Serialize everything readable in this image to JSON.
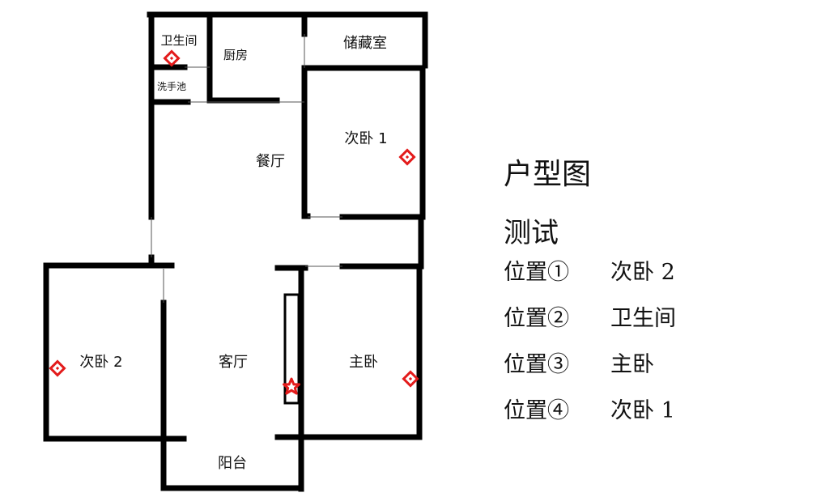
{
  "rooms": {
    "bathroom": "卫生间",
    "kitchen": "厨房",
    "storage": "储藏室",
    "sink": "洗手池",
    "dining": "餐厅",
    "bedroom1": "次卧 1",
    "bedroom2": "次卧 2",
    "living": "客厅",
    "master": "主卧",
    "balcony": "阳台"
  },
  "legend": {
    "title": "户型图",
    "subtitle": "测试",
    "items": [
      {
        "position": "位置①",
        "room": "次卧 2"
      },
      {
        "position": "位置②",
        "room": "卫生间"
      },
      {
        "position": "位置③",
        "room": "主卧"
      },
      {
        "position": "位置④",
        "room": "次卧 1"
      }
    ]
  },
  "colors": {
    "wall": "#000000",
    "thin_line": "#555555",
    "marker": "#e31b1b"
  },
  "markers": [
    {
      "room": "次卧 2",
      "icon": "diamond-marker-icon"
    },
    {
      "room": "卫生间",
      "icon": "diamond-marker-icon"
    },
    {
      "room": "主卧",
      "icon": "diamond-marker-icon"
    },
    {
      "room": "次卧 1",
      "icon": "diamond-marker-icon"
    },
    {
      "room": "客厅",
      "icon": "star-marker-icon"
    }
  ]
}
